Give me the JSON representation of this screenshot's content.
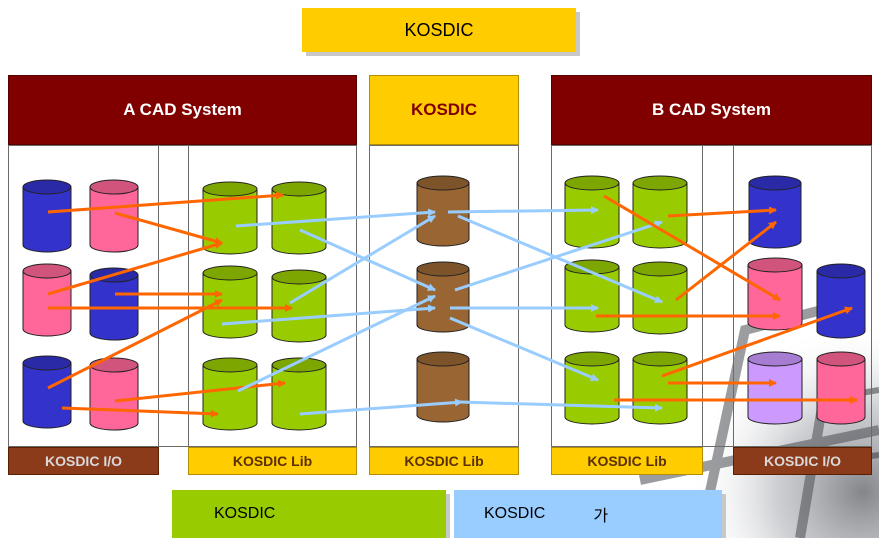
{
  "top_title": "KOSDIC",
  "columns": {
    "a_system": {
      "header": "A CAD System",
      "io_footer": "KOSDIC I/O",
      "lib_footer": "KOSDIC Lib"
    },
    "center": {
      "header": "KOSDIC",
      "footer": "KOSDIC Lib"
    },
    "b_system": {
      "header": "B CAD System",
      "lib_footer": "KOSDIC Lib",
      "io_footer": "KOSDIC I/O"
    }
  },
  "legend": {
    "green_label": "KOSDIC",
    "blue_label": "KOSDIC",
    "blue_suffix": "가"
  },
  "colors": {
    "dark_red": "#800000",
    "yellow": "#ffcc00",
    "green": "#99cc00",
    "light_blue": "#99ccff",
    "orange_arrow": "#ff6600",
    "blue_arrow": "#99ccff",
    "db_blue": "#3333cc",
    "db_pink": "#ff6699",
    "db_green": "#99cc00",
    "db_brown": "#996633",
    "db_lavender": "#cc99ff"
  }
}
